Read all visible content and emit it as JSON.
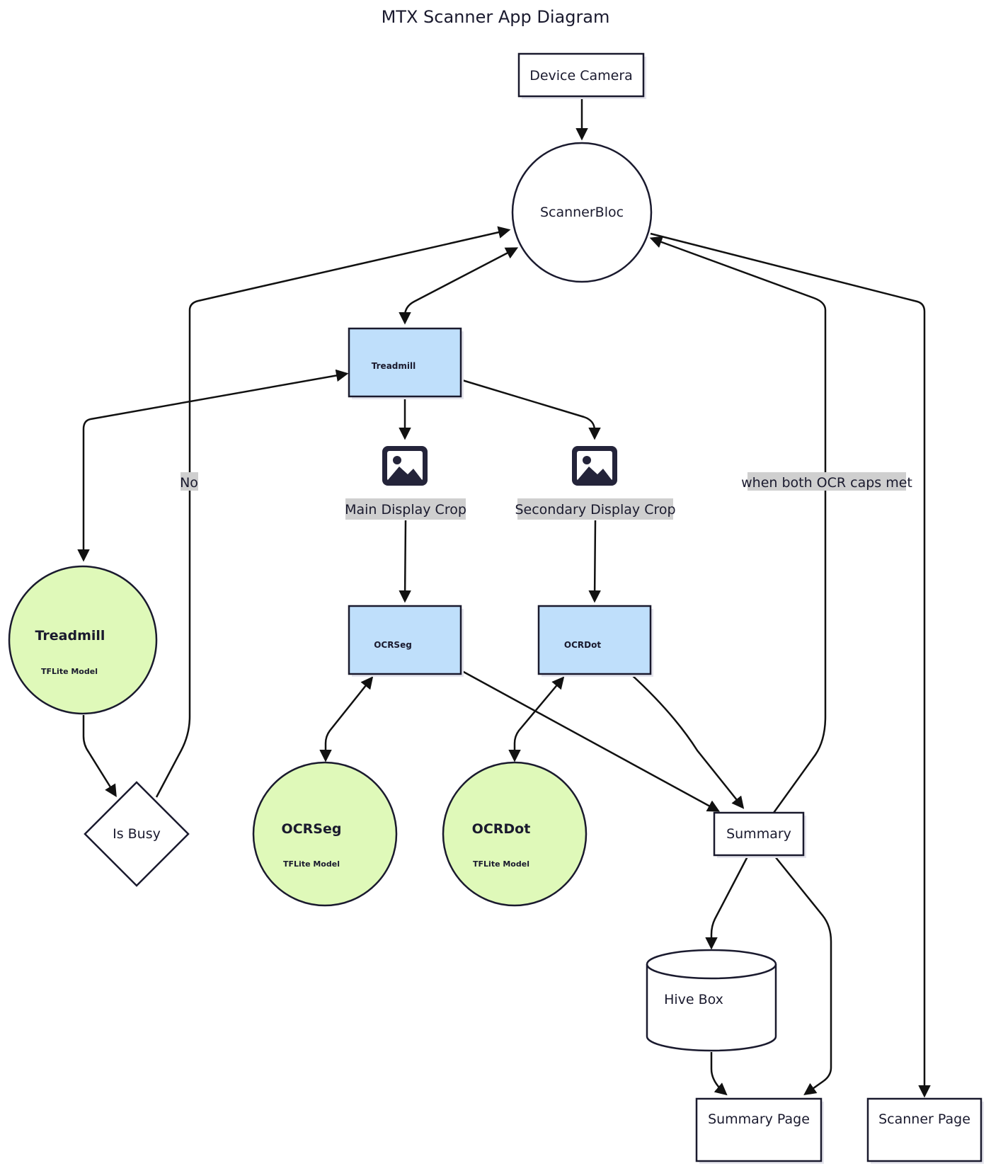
{
  "title": "MTX Scanner App Diagram",
  "nodes": {
    "device_camera": "Device Camera",
    "scanner_bloc": "ScannerBloc",
    "treadmill_box": "Treadmill",
    "treadmill_model": "Treadmill",
    "treadmill_model_sub": "TFLite Model",
    "is_busy": "Is Busy",
    "main_crop": "Main Display Crop",
    "secondary_crop": "Secondary Display Crop",
    "ocrseg_box": "OCRSeg",
    "ocrdot_box": "OCRDot",
    "ocrseg_model": "OCRSeg",
    "ocrseg_model_sub": "TFLite Model",
    "ocrdot_model": "OCRDot",
    "ocrdot_model_sub": "TFLite Model",
    "summary": "Summary",
    "hive_box": "Hive Box",
    "summary_page": "Summary Page",
    "scanner_page": "Scanner Page"
  },
  "edge_labels": {
    "no": "No",
    "both_caps": "when both OCR caps met"
  },
  "colors": {
    "process_fill": "#bfdffb",
    "model_fill": "#dff9b9",
    "label_bg": "#cfcfcf",
    "stroke": "#1a1a2e"
  },
  "icons": {
    "crop_icon": "image-icon"
  }
}
